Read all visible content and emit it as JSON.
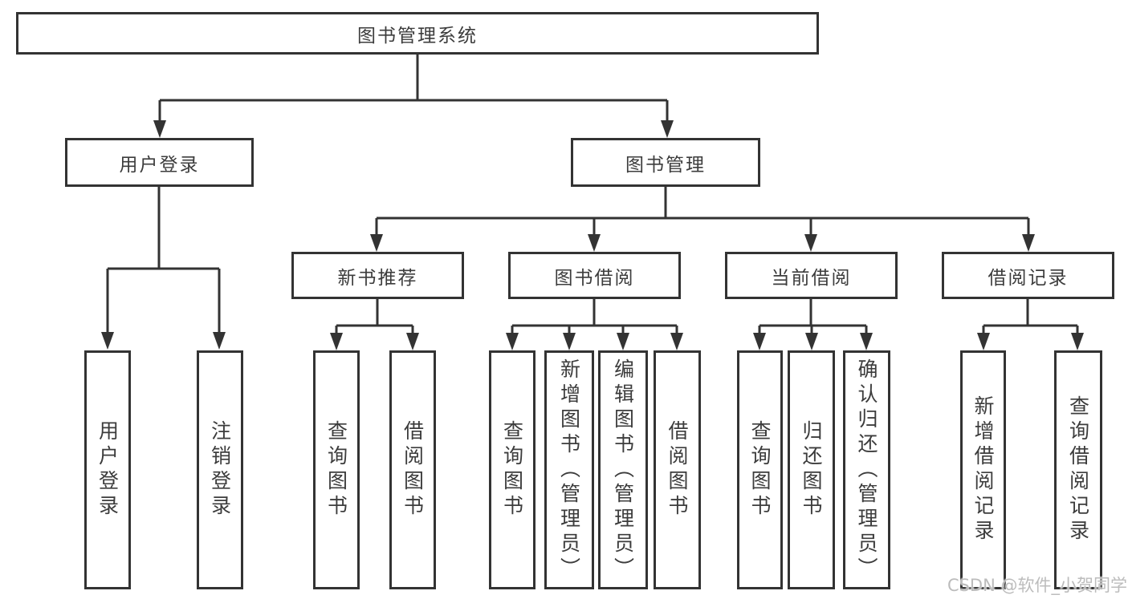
{
  "diagram": {
    "root": {
      "label": "图书管理系统"
    },
    "level2": [
      {
        "id": "user-login",
        "label": "用户登录",
        "children": [
          "用户登录",
          "注销登录"
        ]
      },
      {
        "id": "book-management",
        "label": "图书管理"
      }
    ],
    "level3": [
      {
        "id": "new-book-recommend",
        "label": "新书推荐",
        "children": [
          "查询图书",
          "借阅图书"
        ]
      },
      {
        "id": "book-borrow",
        "label": "图书借阅",
        "children": [
          "查询图书",
          "新增图书（管理员）",
          "编辑图书（管理员）",
          "借阅图书"
        ]
      },
      {
        "id": "current-borrow",
        "label": "当前借阅",
        "children": [
          "查询图书",
          "归还图书",
          "确认归还（管理员）"
        ]
      },
      {
        "id": "borrow-records",
        "label": "借阅记录",
        "children": [
          "新增借阅记录",
          "查询借阅记录"
        ]
      }
    ]
  },
  "watermark": {
    "text": "CSDN @软件_小贺同学"
  },
  "colors": {
    "line": "#333333",
    "text": "#3c3c3c",
    "background": "#ffffff",
    "watermark": "#bcbcbc"
  }
}
